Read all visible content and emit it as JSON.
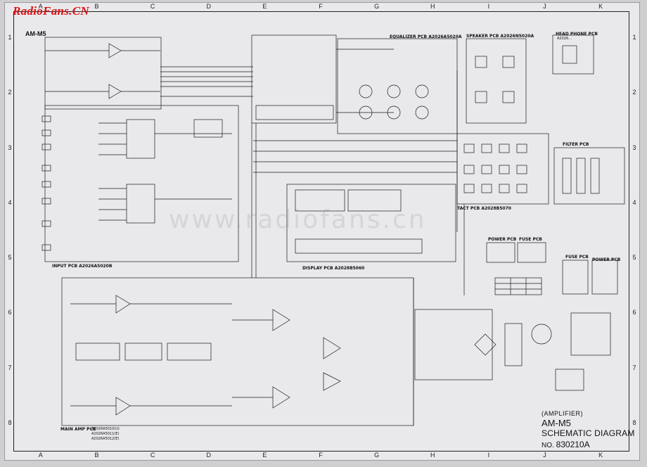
{
  "watermark_logo": "RadioFans.CN",
  "watermark_center": "www.radiofans.cn",
  "model_label": "AM-M5",
  "grid": {
    "columns": [
      "A",
      "B",
      "C",
      "D",
      "E",
      "F",
      "G",
      "H",
      "I",
      "J",
      "K"
    ],
    "rows": [
      "1",
      "2",
      "3",
      "4",
      "5",
      "6",
      "7",
      "8"
    ]
  },
  "pcb_labels": {
    "equalizer": "EQUALIZER PCB A2026A5020A",
    "speaker": "SPEAKER PCB A2026N5020A",
    "headphone": "HEAD PHONE PCB",
    "headphone_no": "A2026...",
    "filter": "FILTER PCB",
    "tact": "TACT PCB A2028B5070",
    "display": "DISPLAY PCB A2028B5060",
    "input": "INPUT PCB A2026A5020B",
    "power": "POWER PCB",
    "fuse": "FUSE PCB",
    "fuse2": "FUSE PCB",
    "power2": "POWER PCB",
    "main_amp": "MAIN AMP PCB",
    "main_amp_nos": [
      "A2026A5010(U)",
      "A2026A5011(E)",
      "A2026A5012(E)"
    ]
  },
  "title_block": {
    "type": "(AMPLIFIER)",
    "model": "AM-M5",
    "title": "SCHEMATIC DIAGRAM",
    "no_label": "NO.",
    "number": "830210A"
  },
  "colors": {
    "paper": "#e9e9ec",
    "ink": "#1b1b1b",
    "logo": "#e01010"
  }
}
